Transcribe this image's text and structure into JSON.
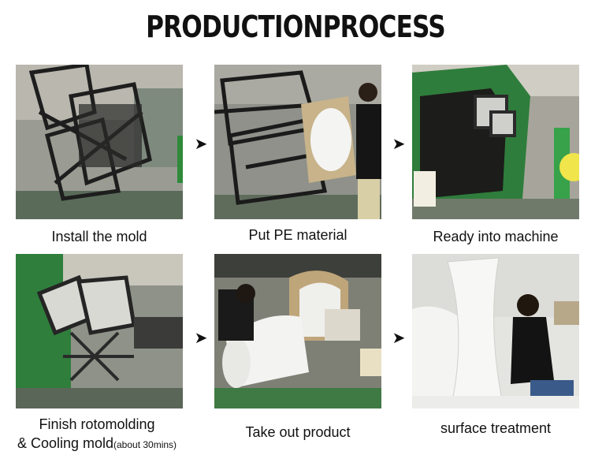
{
  "title": "PRODUCTIONPROCESS",
  "steps": [
    {
      "caption": "Install the mold"
    },
    {
      "caption": "Put PE material"
    },
    {
      "caption": "Ready into machine"
    },
    {
      "caption_line1": "Finish rotomolding",
      "caption_line2": "& Cooling mold",
      "caption_note": "(about 30mins)"
    },
    {
      "caption": "Take out product"
    },
    {
      "caption": "surface treatment"
    }
  ],
  "arrow_glyph": "➤"
}
